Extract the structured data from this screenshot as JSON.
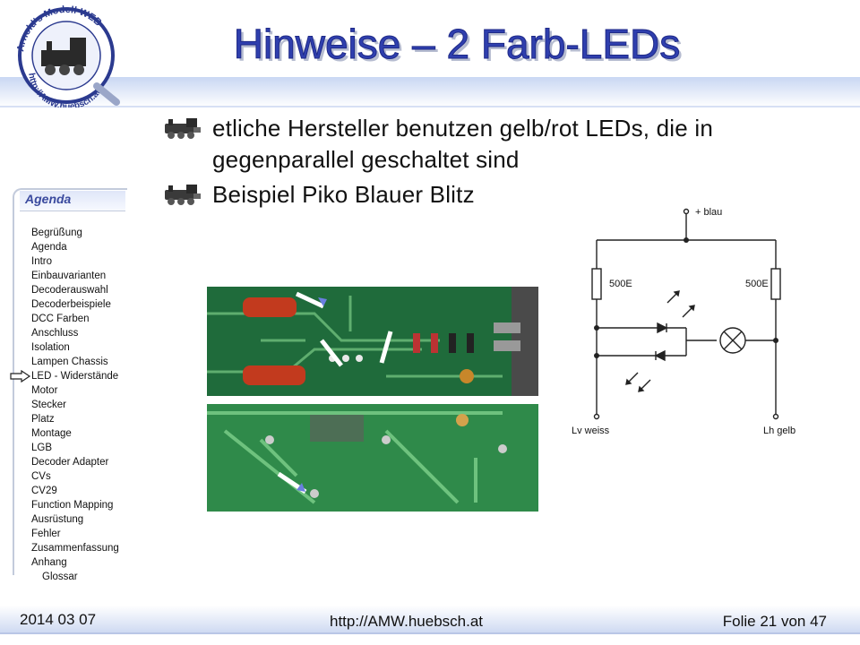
{
  "slide": {
    "title": "Hinweise – 2 Farb-LEDs",
    "logo": {
      "ring_top_text": "Arnold's Modell WEB",
      "ring_bottom_text": "http://AMW.huebsch.at"
    },
    "bullets": [
      "etliche Hersteller benutzen gelb/rot LEDs, die in gegenparallel geschaltet sind",
      "Beispiel Piko Blauer Blitz"
    ]
  },
  "agenda": {
    "title": "Agenda",
    "current_item": "LED - Widerstände",
    "items": [
      {
        "label": "Begrüßung"
      },
      {
        "label": "Agenda"
      },
      {
        "label": "Intro"
      },
      {
        "label": "Einbauvarianten"
      },
      {
        "label": "Decoderauswahl"
      },
      {
        "label": "Decoderbeispiele"
      },
      {
        "label": "DCC Farben"
      },
      {
        "label": "Anschluss"
      },
      {
        "label": "Isolation"
      },
      {
        "label": "Lampen Chassis"
      },
      {
        "label": "LED - Widerstände"
      },
      {
        "label": "Motor"
      },
      {
        "label": "Stecker"
      },
      {
        "label": "Platz"
      },
      {
        "label": "Montage"
      },
      {
        "label": "LGB"
      },
      {
        "label": "Decoder Adapter"
      },
      {
        "label": "CVs"
      },
      {
        "label": "CV29"
      },
      {
        "label": "Function Mapping"
      },
      {
        "label": "Ausrüstung"
      },
      {
        "label": "Fehler"
      },
      {
        "label": "Zusammenfassung"
      },
      {
        "label": "Anhang"
      },
      {
        "label": "Glossar"
      }
    ]
  },
  "schematic": {
    "top_label": "+ blau",
    "resistor_left": "500E",
    "resistor_right": "500E",
    "bottom_left": "Lv weiss",
    "bottom_right": "Lh gelb"
  },
  "footer": {
    "date": "2014 03 07",
    "url": "http://AMW.huebsch.at",
    "page": "Folie 21 von 47"
  },
  "colors": {
    "title": "#2f3fae",
    "band": "#c9d7f3",
    "pcb_green": "#1c6a3c"
  }
}
